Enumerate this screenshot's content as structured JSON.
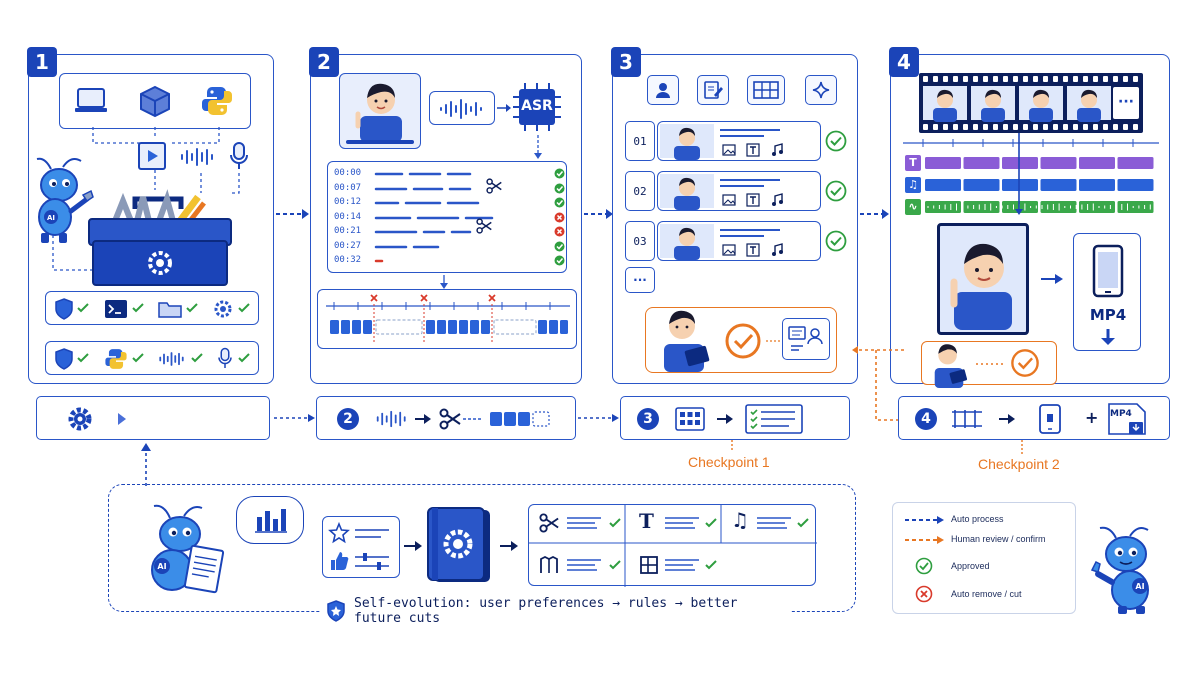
{
  "stages": [
    {
      "number": "1"
    },
    {
      "number": "2",
      "asr_label": "ASR"
    },
    {
      "number": "3"
    },
    {
      "number": "4"
    }
  ],
  "stage2": {
    "timestamps": [
      "00:00",
      "00:07",
      "00:12",
      "00:14",
      "00:21",
      "00:27",
      "00:32"
    ],
    "statuses": [
      "approved",
      "approved",
      "approved",
      "removed",
      "removed",
      "approved",
      "approved"
    ]
  },
  "stage3": {
    "rows": [
      "01",
      "02",
      "03"
    ],
    "more_label": "···"
  },
  "stage4": {
    "output_label": "MP4",
    "track_labels": [
      "T",
      "♫",
      "∿"
    ]
  },
  "pipeline": {
    "badges": [
      "2",
      "3",
      "4"
    ],
    "mp4_small": "MP4"
  },
  "checkpoints": {
    "one": "Checkpoint 1",
    "two": "Checkpoint 2"
  },
  "self_evolution": {
    "caption": "Self-evolution: user preferences → rules → better future cuts",
    "rule_labels": [
      "T",
      "♫"
    ]
  },
  "legend": {
    "items": [
      {
        "label": "Auto process"
      },
      {
        "label": "Human review / confirm"
      },
      {
        "label": "Approved"
      },
      {
        "label": "Auto remove / cut"
      }
    ]
  },
  "colors": {
    "primary": "#1b44b8",
    "accent_orange": "#e87722",
    "approved_green": "#2e9e3f",
    "remove_red": "#d93a2b",
    "track_purple": "#8a5cd6",
    "track_blue": "#2a62d8",
    "track_green": "#3aa84a"
  }
}
